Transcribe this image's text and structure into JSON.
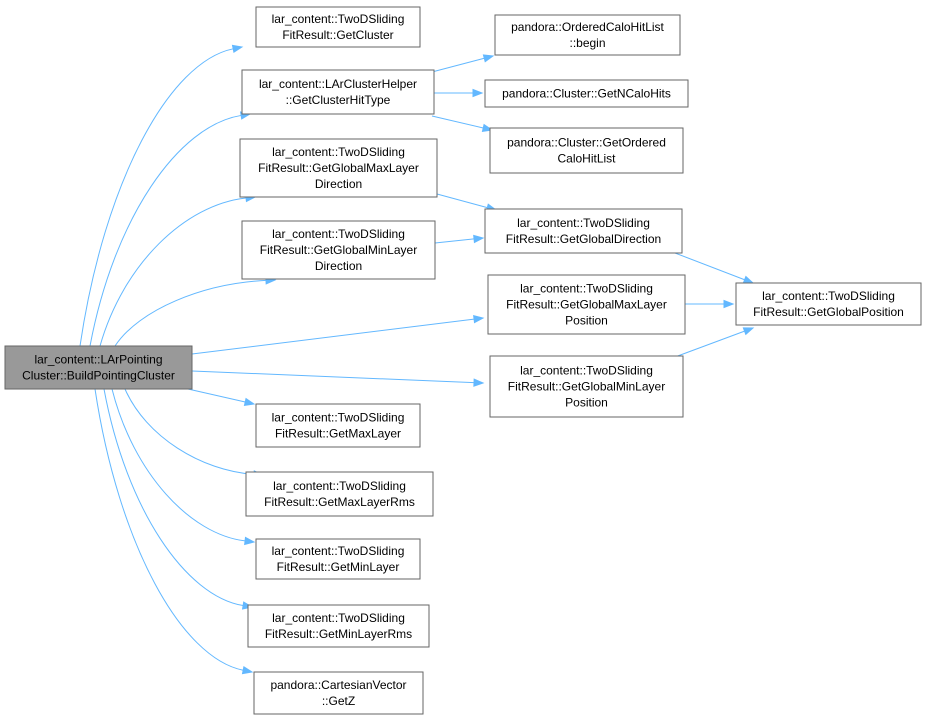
{
  "diagram": {
    "nodes": [
      {
        "id": "root",
        "lines": [
          "lar_content::LArPointing",
          "Cluster::BuildPointingCluster"
        ],
        "root": true
      },
      {
        "id": "getcluster",
        "lines": [
          "lar_content::TwoDSliding",
          "FitResult::GetCluster"
        ]
      },
      {
        "id": "getclusterhittype",
        "lines": [
          "lar_content::LArClusterHelper",
          "::GetClusterHitType"
        ]
      },
      {
        "id": "gmaxlayerdir",
        "lines": [
          "lar_content::TwoDSliding",
          "FitResult::GetGlobalMaxLayer",
          "Direction"
        ]
      },
      {
        "id": "gminlayerdir",
        "lines": [
          "lar_content::TwoDSliding",
          "FitResult::GetGlobalMinLayer",
          "Direction"
        ]
      },
      {
        "id": "getmaxlayer",
        "lines": [
          "lar_content::TwoDSliding",
          "FitResult::GetMaxLayer"
        ]
      },
      {
        "id": "getmaxlayerrms",
        "lines": [
          "lar_content::TwoDSliding",
          "FitResult::GetMaxLayerRms"
        ]
      },
      {
        "id": "getminlayer",
        "lines": [
          "lar_content::TwoDSliding",
          "FitResult::GetMinLayer"
        ]
      },
      {
        "id": "getminlayerrms",
        "lines": [
          "lar_content::TwoDSliding",
          "FitResult::GetMinLayerRms"
        ]
      },
      {
        "id": "getz",
        "lines": [
          "pandora::CartesianVector",
          "::GetZ"
        ]
      },
      {
        "id": "begin",
        "lines": [
          "pandora::OrderedCaloHitList",
          "::begin"
        ]
      },
      {
        "id": "getncalohits",
        "lines": [
          "pandora::Cluster::GetNCaloHits"
        ]
      },
      {
        "id": "getordered",
        "lines": [
          "pandora::Cluster::GetOrdered",
          "CaloHitList"
        ]
      },
      {
        "id": "gdirection",
        "lines": [
          "lar_content::TwoDSliding",
          "FitResult::GetGlobalDirection"
        ]
      },
      {
        "id": "gmaxlayerpos",
        "lines": [
          "lar_content::TwoDSliding",
          "FitResult::GetGlobalMaxLayer",
          "Position"
        ]
      },
      {
        "id": "gminlayerpos",
        "lines": [
          "lar_content::TwoDSliding",
          "FitResult::GetGlobalMinLayer",
          "Position"
        ]
      },
      {
        "id": "gposition",
        "lines": [
          "lar_content::TwoDSliding",
          "FitResult::GetGlobalPosition"
        ]
      }
    ],
    "edges": [
      {
        "from": "root",
        "to": "getcluster"
      },
      {
        "from": "root",
        "to": "getclusterhittype"
      },
      {
        "from": "root",
        "to": "gmaxlayerdir"
      },
      {
        "from": "root",
        "to": "gminlayerdir"
      },
      {
        "from": "root",
        "to": "gmaxlayerpos"
      },
      {
        "from": "root",
        "to": "gminlayerpos"
      },
      {
        "from": "root",
        "to": "getmaxlayer"
      },
      {
        "from": "root",
        "to": "getmaxlayerrms"
      },
      {
        "from": "root",
        "to": "getminlayer"
      },
      {
        "from": "root",
        "to": "getminlayerrms"
      },
      {
        "from": "root",
        "to": "getz"
      },
      {
        "from": "getclusterhittype",
        "to": "begin"
      },
      {
        "from": "getclusterhittype",
        "to": "getncalohits"
      },
      {
        "from": "getclusterhittype",
        "to": "getordered"
      },
      {
        "from": "gmaxlayerdir",
        "to": "gdirection"
      },
      {
        "from": "gminlayerdir",
        "to": "gdirection"
      },
      {
        "from": "gdirection",
        "to": "gposition"
      },
      {
        "from": "gmaxlayerpos",
        "to": "gposition"
      },
      {
        "from": "gminlayerpos",
        "to": "gposition"
      }
    ],
    "colors": {
      "edge": "#63b8ff",
      "root_fill": "#999999",
      "node_fill": "#ffffff",
      "border": "#666666"
    }
  }
}
